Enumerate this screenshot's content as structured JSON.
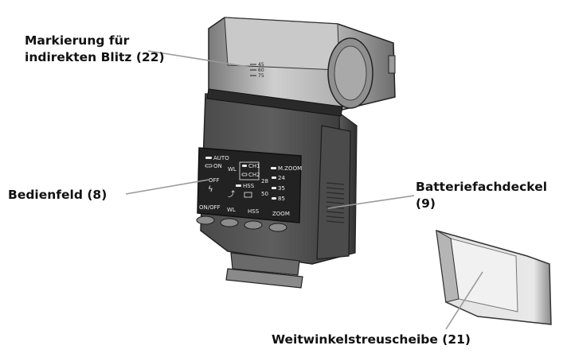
{
  "callouts": {
    "bounce_mark": {
      "line1": "Markierung für",
      "line2": "indirekten Blitz (22)"
    },
    "control_panel": "Bedienfeld (8)",
    "battery_cover": {
      "line1": "Batteriefachdeckel",
      "line2": "(9)"
    },
    "wide_panel": "Weitwinkelstreuscheibe (21)"
  },
  "flash_head_scale": [
    "45",
    "60",
    "75"
  ],
  "panel": {
    "auto": "AUTO",
    "on": "ON",
    "off": "OFF",
    "wl": "WL",
    "ch1": "CH1",
    "ch2": "CH2",
    "hss_mode": "HSS",
    "mzoom": "M.ZOOM",
    "zoom_24": "24",
    "zoom_28": "28",
    "zoom_35": "35",
    "zoom_50": "50",
    "zoom_85": "85",
    "buttons": {
      "onoff": "ON/OFF",
      "wl": "WL",
      "hss": "HSS",
      "zoom": "ZOOM"
    }
  },
  "colors": {
    "body_dark": "#3a3a3a",
    "body_mid": "#6e6e6e",
    "head_light": "#bdbdbd",
    "panel_bg": "#1f1f1f",
    "leader": "#9a9a9a",
    "diffuser": "#d9d9d9"
  }
}
